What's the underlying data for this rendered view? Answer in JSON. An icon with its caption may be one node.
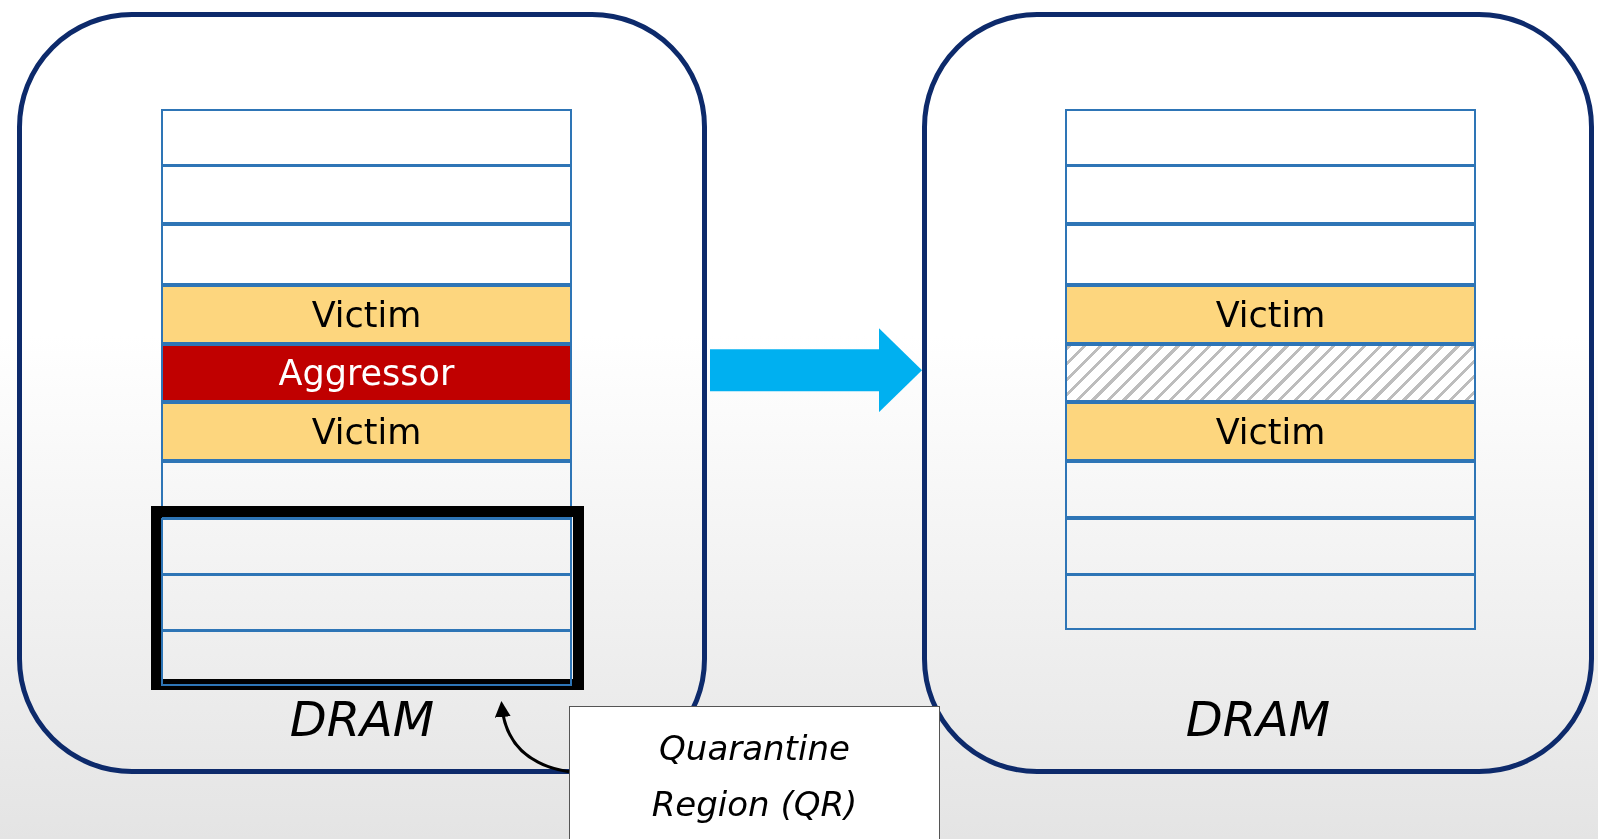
{
  "diagram": {
    "nodes": [
      {
        "text": [
          "DRAM"
        ]
      },
      {
        "text": [],
        "shape": "box",
        "in": 0
      },
      {
        "text": [],
        "shape": "box",
        "in": 0
      },
      {
        "text": [],
        "shape": "box",
        "in": 0
      },
      {
        "text": [
          "Victim"
        ],
        "in": 0
      },
      {
        "text": [
          "Aggressor"
        ],
        "in": 0
      },
      {
        "text": [
          "Victim"
        ],
        "in": 0
      },
      {
        "text": [],
        "shape": "box",
        "in": 0
      },
      {
        "text": [],
        "shape": "box",
        "in": 0
      },
      {
        "text": [],
        "shape": "box",
        "in": 8
      },
      {
        "text": [],
        "shape": "box",
        "in": 8
      },
      {
        "text": [],
        "shape": "box",
        "in": 8
      },
      {
        "text": [
          "DRAM"
        ]
      },
      {
        "text": [],
        "shape": "box",
        "in": 12
      },
      {
        "text": [],
        "shape": "box",
        "in": 12
      },
      {
        "text": [],
        "shape": "box",
        "in": 12
      },
      {
        "text": [
          "Victim"
        ],
        "in": 12
      },
      {
        "text": [],
        "shape": "box",
        "in": 12
      },
      {
        "text": [
          "Victim"
        ],
        "in": 12
      },
      {
        "text": [],
        "shape": "box",
        "in": 12
      },
      {
        "text": [],
        "shape": "box",
        "in": 12
      },
      {
        "text": [],
        "shape": "box",
        "in": 12
      },
      {
        "text": [
          "Quarantine Region (QR)"
        ]
      }
    ],
    "edges": [
      {
        "from": 0,
        "to": 12,
        "arrow": "to",
        "style": "thick",
        "color": "#00b0f0"
      },
      {
        "from": 22,
        "to": 8,
        "arrow": "to",
        "color": "#000000"
      }
    ]
  }
}
